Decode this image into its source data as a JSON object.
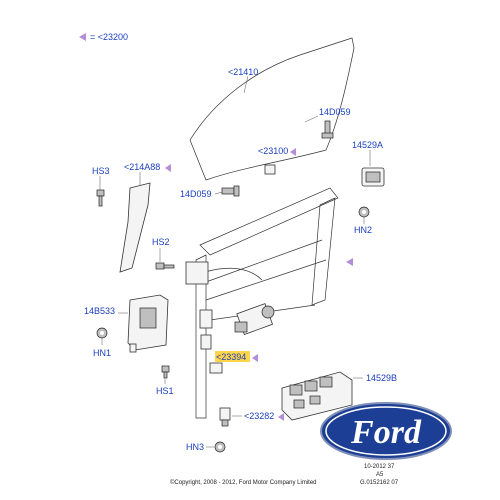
{
  "legend": {
    "triangle_note": "= <23200"
  },
  "callouts": {
    "c21410": "<21410",
    "c14D059_top": "14D059",
    "c23100": "<23100",
    "c14529A": "14529A",
    "c214A88": "<214A88",
    "cHS3": "HS3",
    "c14D059_left": "14D059",
    "cHN2": "HN2",
    "cHS2": "HS2",
    "c14B533": "14B533",
    "cHN1": "HN1",
    "c23394": "<23394",
    "c14529B": "14529B",
    "cHS1": "HS1",
    "c23282": "<23282",
    "cHN3": "HN3"
  },
  "logo": {
    "text": "Ford"
  },
  "footer": {
    "date_code": "10-2012 37",
    "version": "A5",
    "figure_id": "G.0152162 07",
    "copyright": "©Copyright, 2008 - 2012, Ford Motor Company Limited"
  },
  "colors": {
    "callout": "#1a3fbf",
    "triangle": "#b48cd8",
    "highlight": "#ffd54a",
    "logo_blue": "#1c3e94"
  }
}
